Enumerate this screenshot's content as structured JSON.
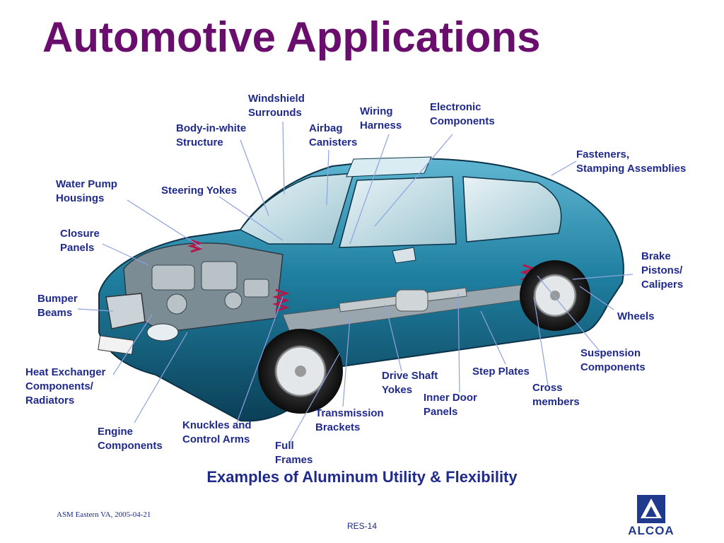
{
  "title": "Automotive Applications",
  "labels": {
    "windshield": "Windshield\nSurrounds",
    "wiring": "Wiring\nHarness",
    "electronic": "Electronic\nComponents",
    "biw": "Body-in-white\nStructure",
    "airbag": "Airbag\nCanisters",
    "fasteners": "Fasteners,\nStamping Assemblies",
    "waterpump": "Water Pump\nHousings",
    "steering": "Steering Yokes",
    "closure": "Closure\nPanels",
    "brake": "Brake\nPistons/\nCalipers",
    "bumper": "Bumper\nBeams",
    "wheels": "Wheels",
    "suspension": "Suspension\nComponents",
    "heat": "Heat Exchanger\nComponents/\nRadiators",
    "driveshaft": "Drive Shaft\nYokes",
    "stepplates": "Step Plates",
    "cross": "Cross\nmembers",
    "innerdoor": "Inner Door\nPanels",
    "transmission": "Transmission\nBrackets",
    "engine": "Engine\nComponents",
    "knuckles": "Knuckles and\nControl Arms",
    "frames": "Full\nFrames"
  },
  "caption": "Examples of Aluminum Utility & Flexibility",
  "footer_left": "ASM Eastern VA, 2005-04-21",
  "footer_mid": "RES-14",
  "logo_text": "ALCOA",
  "colors": {
    "title": "#6a0e6e",
    "label": "#1f2a8c",
    "car_body": "#1f7fa0",
    "leader": "#8ea2e0"
  }
}
